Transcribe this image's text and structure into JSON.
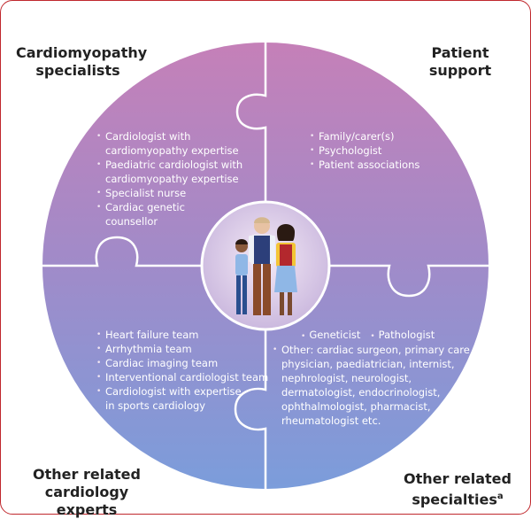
{
  "corners": {
    "top_left": [
      "Cardiomyopathy",
      "specialists"
    ],
    "top_right": [
      "Patient",
      "support"
    ],
    "bottom_left": [
      "Other related",
      "cardiology experts"
    ],
    "bottom_right_line1": "Other related",
    "bottom_right_line2": "specialties",
    "bottom_right_sup": "a"
  },
  "cardiomyopathy_specialists": [
    [
      "Cardiologist with",
      "cardiomyopathy expertise"
    ],
    [
      "Paediatric cardiologist with",
      "cardiomyopathy expertise"
    ],
    [
      "Specialist nurse"
    ],
    [
      "Cardiac genetic",
      "counsellor"
    ]
  ],
  "patient_support": [
    "Family/carer(s)",
    "Psychologist",
    "Patient associations"
  ],
  "cardiology_experts": [
    [
      "Heart failure team"
    ],
    [
      "Arrhythmia team"
    ],
    [
      "Cardiac imaging team"
    ],
    [
      "Interventional cardiologist team"
    ],
    [
      "Cardiologist with expertise",
      "in sports cardiology"
    ]
  ],
  "specialties": {
    "geneticist": "Geneticist",
    "pathologist": "Pathologist",
    "other_lines": [
      "Other: cardiac surgeon, primary care",
      "physician, paediatrician, internist,",
      "nephrologist, neurologist,",
      "dermatologist, endocrinologist,",
      "ophthalmologist, pharmacist,",
      "rheumatologist etc."
    ]
  },
  "colors": {
    "top": "#c37db6",
    "bottom": "#7a9bd9",
    "border": "#c0282d"
  }
}
